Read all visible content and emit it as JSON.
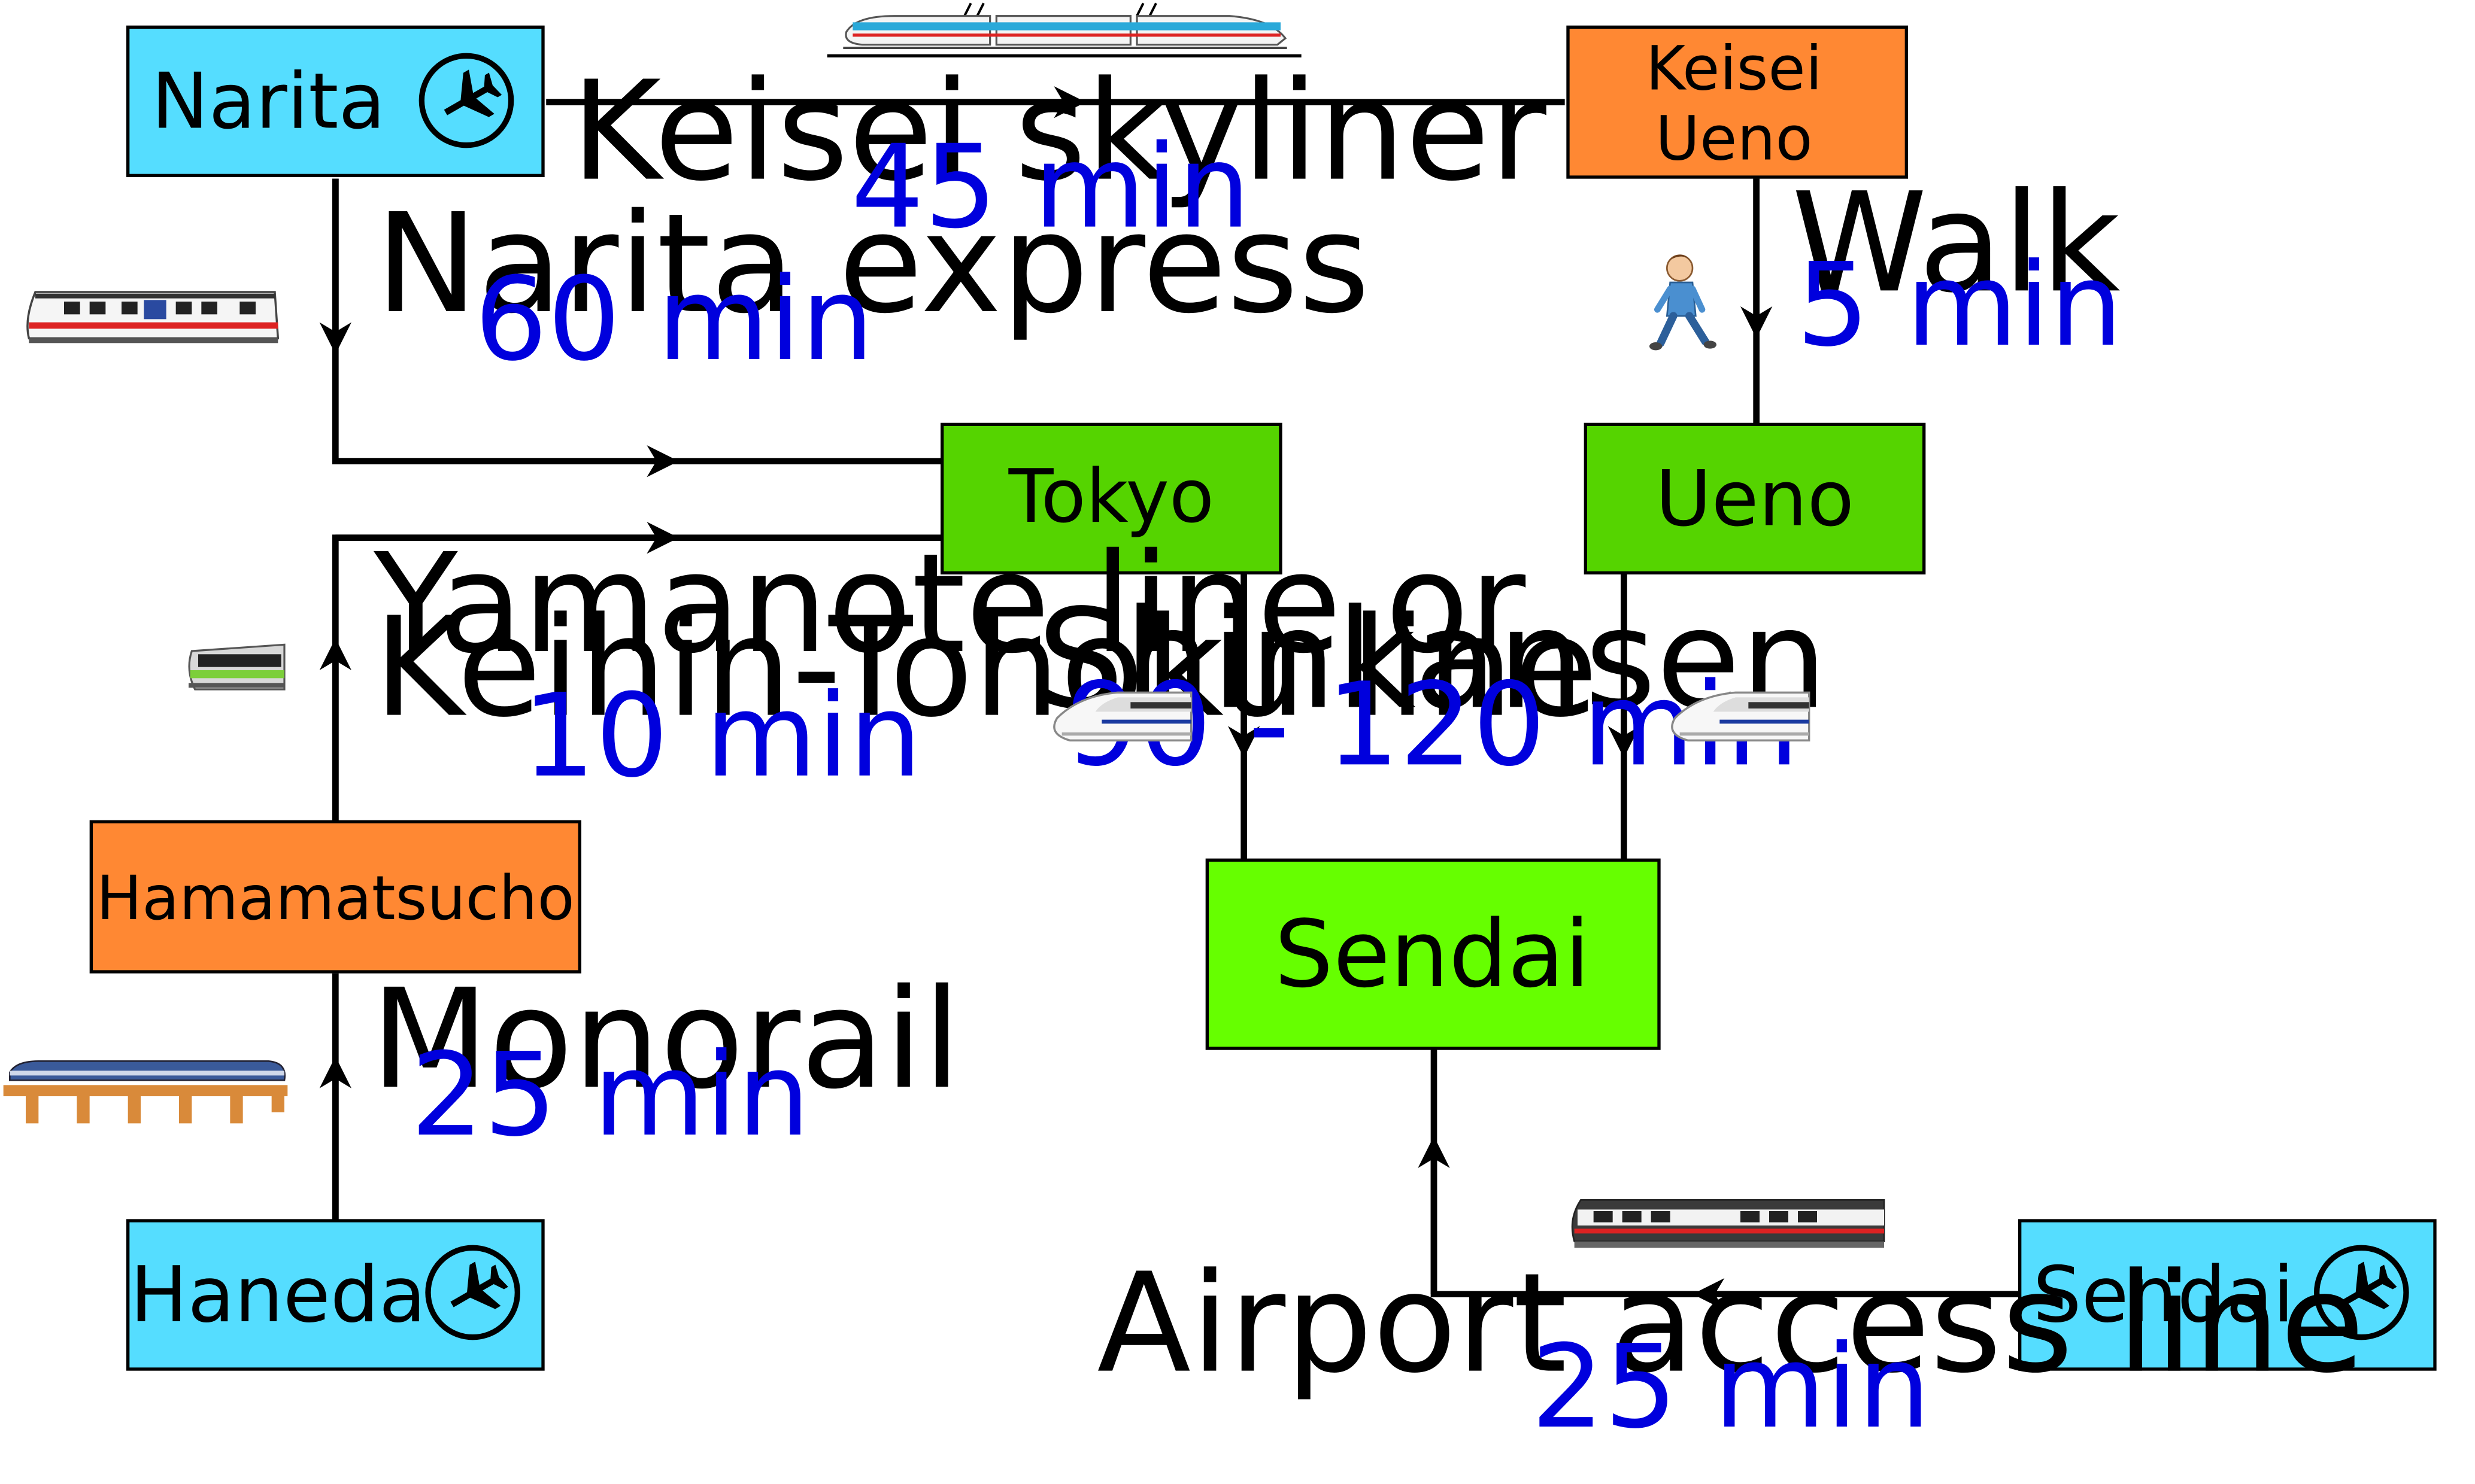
{
  "colors": {
    "airport": "#55ddff",
    "transfer": "#ff8833",
    "station": "#55d400",
    "hub": "#66ff00",
    "line": "#000000",
    "time_text": "#0000dd"
  },
  "nodes": {
    "narita": {
      "label": "Narita",
      "icon": "airplane-icon"
    },
    "haneda": {
      "label": "Haneda",
      "icon": "airplane-icon"
    },
    "sendai_airport": {
      "label": "Sendai",
      "icon": "airplane-icon"
    },
    "keisei_ueno": {
      "line1": "Keisei",
      "line2": "Ueno"
    },
    "hamamatsucho": {
      "label": "Hamamatsucho"
    },
    "tokyo": {
      "label": "Tokyo"
    },
    "ueno": {
      "label": "Ueno"
    },
    "sendai": {
      "label": "Sendai"
    }
  },
  "routes": {
    "keisei_skyliner": {
      "name": "Keisei skyliner",
      "time": "45 min",
      "icon": "skyliner-train-icon"
    },
    "narita_express": {
      "name": "Narita express",
      "time": "60 min",
      "icon": "narita-express-train-icon"
    },
    "walk": {
      "name": "Walk",
      "time": "5 min",
      "icon": "walking-person-icon"
    },
    "yamanote": {
      "name_line1": "Yamanote line or",
      "name_line2": "Keihin-Tohoku line",
      "time": "10 min",
      "icon": "commuter-train-icon"
    },
    "shinkansen": {
      "name": "Shinkansen",
      "time": "90 - 120 min",
      "icon": "shinkansen-icon"
    },
    "monorail": {
      "name": "Monorail",
      "time": "25 min",
      "icon": "monorail-icon"
    },
    "airport_access": {
      "name": "Airport access line",
      "time": "25 min",
      "icon": "airport-access-train-icon"
    }
  }
}
